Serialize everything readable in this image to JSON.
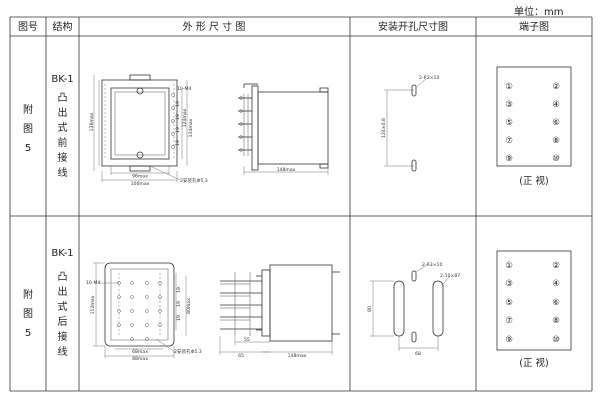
{
  "unit_label": "单位：mm",
  "headers": {
    "fig_no": "图号",
    "structure": "结构",
    "outline": "外 形 尺 寸 图",
    "cutout": "安装开孔尺寸图",
    "terminal": "端子图"
  },
  "rows": [
    {
      "fig": [
        "附",
        "图",
        "5"
      ],
      "model": "BK-1",
      "structure": [
        "凸",
        "出",
        "式",
        "前",
        "接",
        "线"
      ],
      "outline_labels": {
        "height_outer": "136max",
        "height_mid": "124max",
        "height_inner": "134max",
        "thread": "10-M4",
        "pitch": "19",
        "width_inner": "96max",
        "width_outer": "106max",
        "hole": "2安装孔Φ5.3",
        "depth": "148max"
      },
      "cutout_labels": {
        "hole": "2-R3×10",
        "spacing": "124±0.8"
      },
      "terminals": [
        "①",
        "②",
        "③",
        "④",
        "⑤",
        "⑥",
        "⑦",
        "⑧",
        "⑨",
        "⑩"
      ],
      "view": "(正 视)"
    },
    {
      "fig": [
        "附",
        "图",
        "5"
      ],
      "model": "BK-1",
      "structure": [
        "凸",
        "出",
        "式",
        "后",
        "接",
        "线"
      ],
      "outline_labels": {
        "height_outer": "112max",
        "thread": "10-M4",
        "pitch": "19",
        "height_inner": "80max",
        "width_inner": "68max",
        "width_outer": "88max",
        "hole": "2安装孔Φ5.3",
        "back": "55",
        "front": "65",
        "depth": "148max"
      },
      "cutout_labels": {
        "hole": "2-R3×10",
        "slot": "2-10×87",
        "height": "80",
        "width": "68"
      },
      "terminals": [
        "①",
        "②",
        "③",
        "④",
        "⑤",
        "⑥",
        "⑦",
        "⑧",
        "⑨",
        "⑩"
      ],
      "view": "(正 视)"
    }
  ]
}
